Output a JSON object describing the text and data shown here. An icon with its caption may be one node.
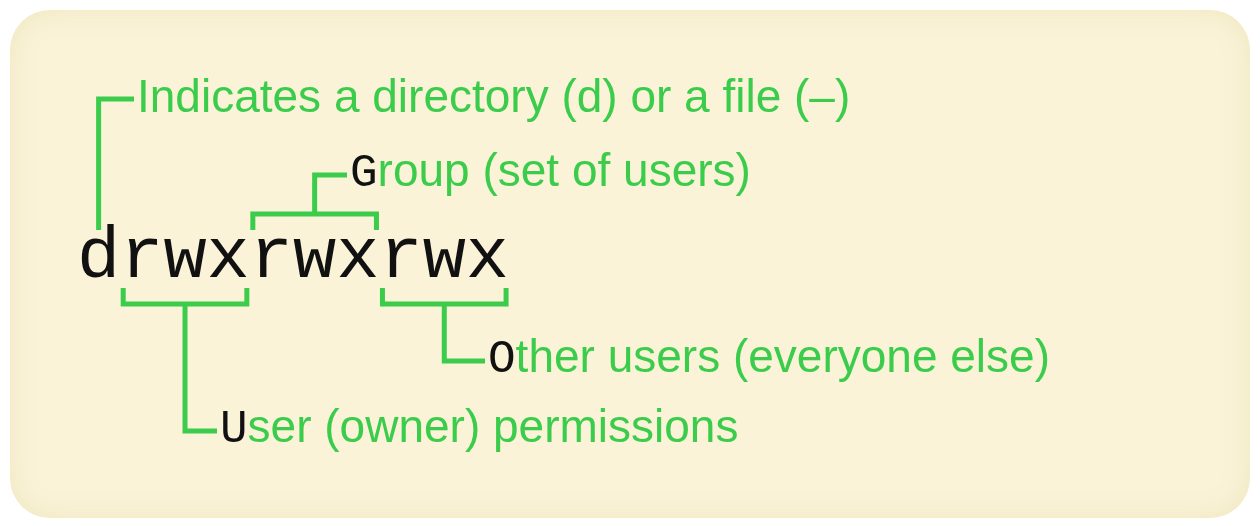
{
  "diagram": {
    "nodes": [
      {
        "text": [
          "Indicates a directory (d) or a file (–)"
        ]
      },
      {
        "text": [
          "Group (set of users)"
        ]
      },
      {
        "text": [
          "Other users (everyone else)"
        ]
      },
      {
        "text": [
          "User (owner) permissions"
        ]
      },
      {
        "text": [
          "drwxrwxrwx"
        ]
      }
    ],
    "edges": [
      {
        "from": 0,
        "to": 4,
        "arrow": "none"
      },
      {
        "from": 1,
        "to": 4,
        "arrow": "none"
      },
      {
        "from": 2,
        "to": 4,
        "arrow": "none"
      },
      {
        "from": 3,
        "to": 4,
        "arrow": "none"
      }
    ]
  }
}
